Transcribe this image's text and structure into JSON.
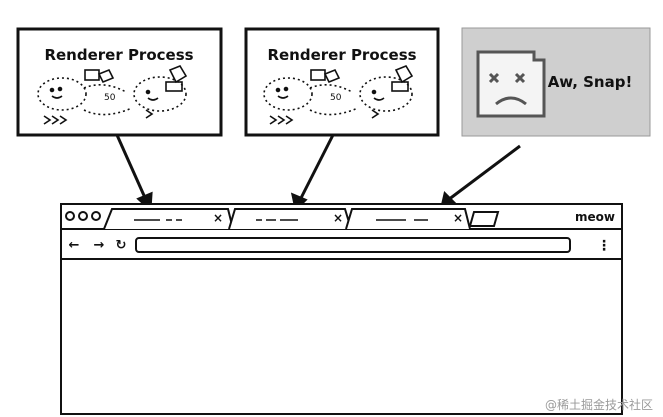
{
  "panels": [
    {
      "title": "Renderer Process"
    },
    {
      "title": "Renderer Process"
    },
    {
      "title": "Aw, Snap!"
    }
  ],
  "browser": {
    "brand": "meow",
    "tabs": [
      {
        "close": "×"
      },
      {
        "close": "×"
      },
      {
        "close": "×"
      }
    ],
    "nav": {
      "back": "←",
      "forward": "→",
      "reload": "↻",
      "menu": "⋮"
    }
  },
  "watermark": "@稀土掘金技术社区",
  "colors": {
    "stroke": "#111111",
    "crash_panel": "#cfcfcf"
  }
}
